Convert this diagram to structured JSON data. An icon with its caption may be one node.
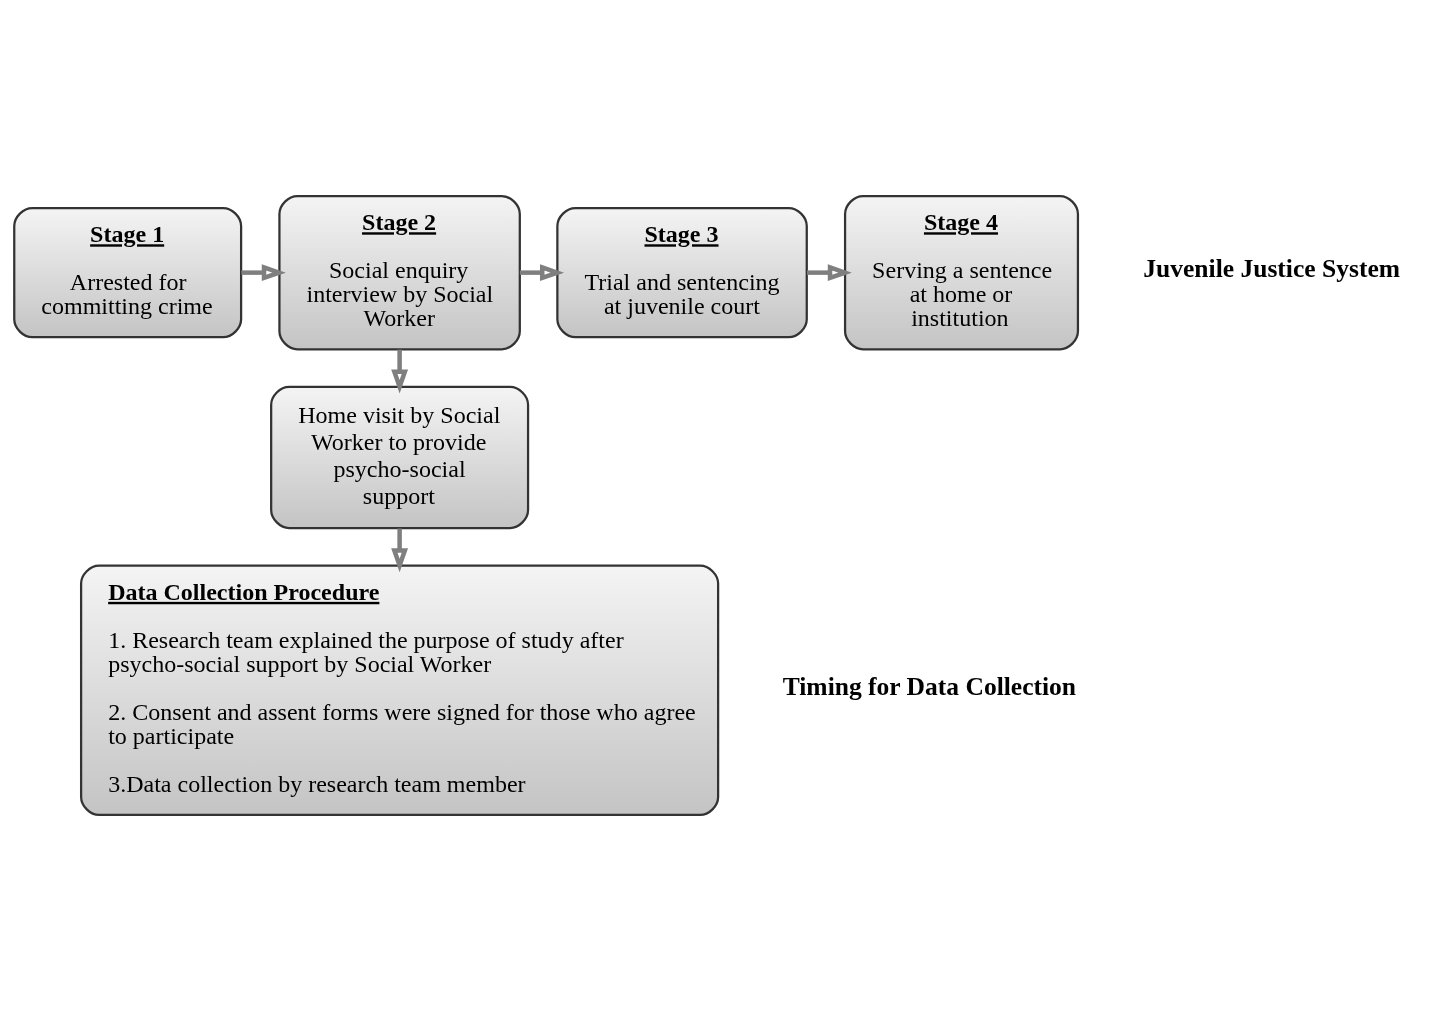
{
  "diagram": {
    "nodes": [
      {
        "text": [
          "Stage 1",
          "Arrested for committing crime"
        ]
      },
      {
        "text": [
          "Stage 2",
          "Social enquiry interview by Social Worker"
        ]
      },
      {
        "text": [
          "Stage 3",
          "Trial and sentencing at juvenile court"
        ]
      },
      {
        "text": [
          "Stage 4",
          "Serving a sentence at home or institution"
        ]
      },
      {
        "text": [
          "Home visit by Social Worker to provide psycho-social support"
        ]
      },
      {
        "text": [
          "Data Collection Procedure",
          "1. Research team explained the purpose of study after psycho-social support by Social Worker",
          "2. Consent and assent forms were signed for those who agree to participate",
          "3.Data collection by research team member"
        ]
      }
    ],
    "edges": [
      {
        "from": 0,
        "to": 1,
        "arrow": "to"
      },
      {
        "from": 1,
        "to": 2,
        "arrow": "to"
      },
      {
        "from": 2,
        "to": 3,
        "arrow": "to"
      },
      {
        "from": 1,
        "to": 4,
        "arrow": "to"
      },
      {
        "from": 4,
        "to": 5,
        "arrow": "to"
      }
    ],
    "labels": [
      "Juvenile Justice System",
      "Timing for Data Collection"
    ]
  }
}
